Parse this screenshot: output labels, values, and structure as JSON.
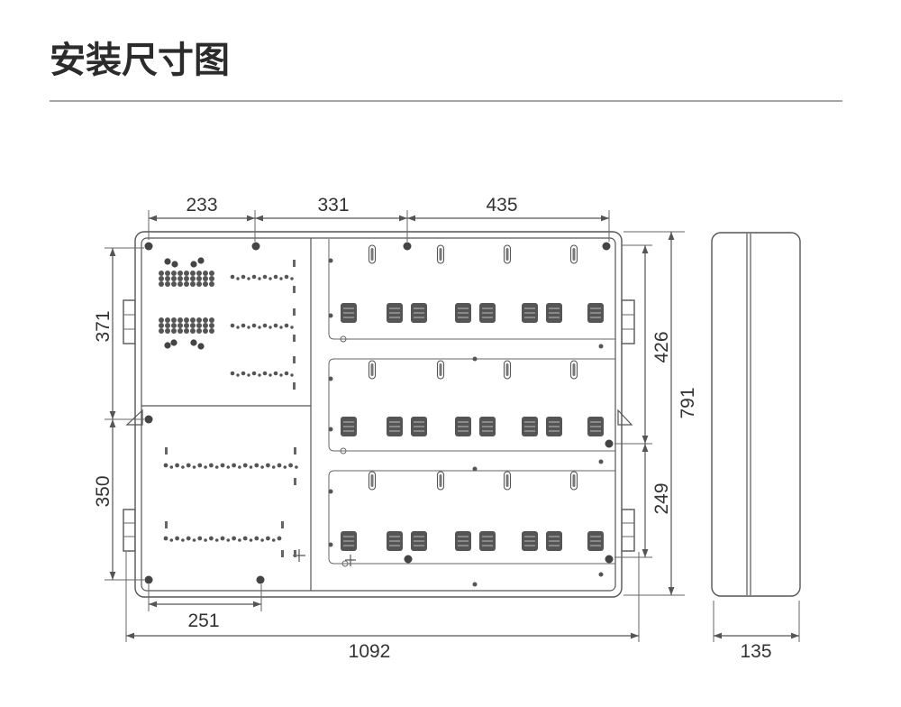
{
  "title": "安装尺寸图",
  "dimensions": {
    "top": [
      "233",
      "331",
      "435"
    ],
    "left": [
      "371",
      "350"
    ],
    "right_inner": [
      "426",
      "249"
    ],
    "overall_height": "791",
    "bottom_inner": "251",
    "overall_width": "1092",
    "depth": "135"
  }
}
